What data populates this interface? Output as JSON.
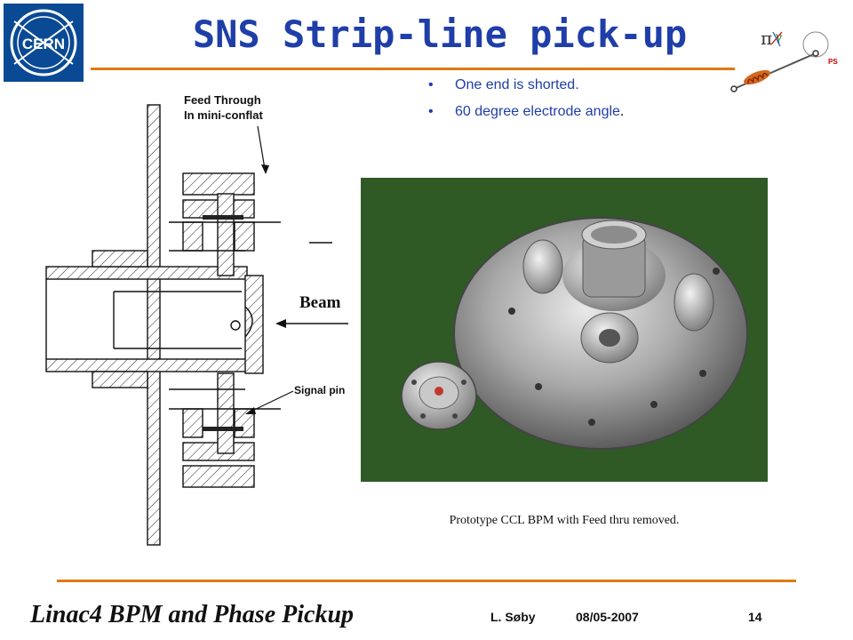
{
  "slide": {
    "title": "SNS Strip-line pick-up",
    "bullets": [
      "One end is shorted",
      "60 degree electrode angle"
    ],
    "bullet_terminal": "."
  },
  "logos": {
    "left_text": "CERN",
    "right_text": "PS",
    "right_symbols": [
      "π",
      "γ"
    ]
  },
  "drawing": {
    "feedthrough_line1": "Feed Through",
    "feedthrough_line2": "In mini-conflat",
    "beam": "Beam",
    "signal_pin": "Signal pin"
  },
  "photo": {
    "caption": "Prototype CCL BPM with Feed thru removed."
  },
  "footer": {
    "title": "Linac4 BPM and Phase Pickup",
    "author": "L. Søby",
    "date": "08/05-2007",
    "page": "14"
  },
  "colors": {
    "title_blue": "#1f3ea8",
    "accent_orange": "#e07a12",
    "cern_blue": "#0a4a94",
    "photo_background_green": "#2f5a26"
  }
}
